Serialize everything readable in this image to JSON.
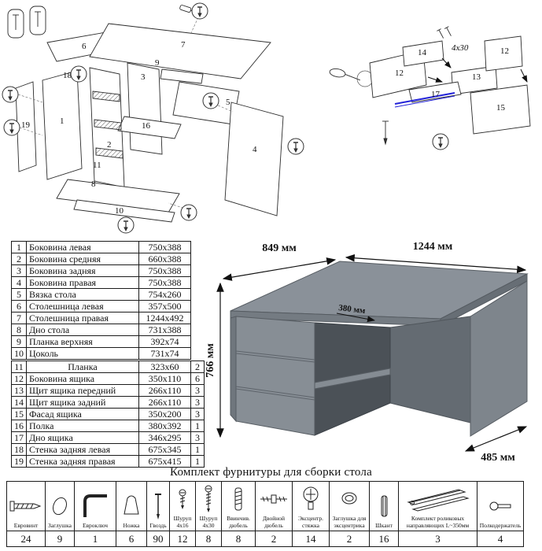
{
  "parts": {
    "rows_a": [
      {
        "num": "1",
        "name": "Боковина левая",
        "size": "750x388"
      },
      {
        "num": "2",
        "name": "Боковина средняя",
        "size": "660x388"
      },
      {
        "num": "3",
        "name": "Боковина задняя",
        "size": "750x388"
      },
      {
        "num": "4",
        "name": "Боковина правая",
        "size": "750x388"
      },
      {
        "num": "5",
        "name": "Вязка стола",
        "size": "754x260"
      },
      {
        "num": "6",
        "name": "Столешница левая",
        "size": "357x500"
      },
      {
        "num": "7",
        "name": "Столешница правая",
        "size": "1244x492"
      },
      {
        "num": "8",
        "name": "Дно стола",
        "size": "731x388"
      },
      {
        "num": "9",
        "name": "Планка верхняя",
        "size": "392x74"
      },
      {
        "num": "10",
        "name": "Цоколь",
        "size": "731x74"
      }
    ],
    "rows_b": [
      {
        "num": "11",
        "name": "Планка",
        "size": "323x60",
        "qty": "2"
      },
      {
        "num": "12",
        "name": "Боковина ящика",
        "size": "350x110",
        "qty": "6"
      },
      {
        "num": "13",
        "name": "Щит ящика передний",
        "size": "266x110",
        "qty": "3"
      },
      {
        "num": "14",
        "name": "Щит ящика задний",
        "size": "266x110",
        "qty": "3"
      },
      {
        "num": "15",
        "name": "Фасад ящика",
        "size": "350x200",
        "qty": "3"
      },
      {
        "num": "16",
        "name": "Полка",
        "size": "380x392",
        "qty": "1"
      },
      {
        "num": "17",
        "name": "Дно ящика",
        "size": "346x295",
        "qty": "3"
      },
      {
        "num": "18",
        "name": "Стенка задняя левая",
        "size": "675x345",
        "qty": "1"
      },
      {
        "num": "19",
        "name": "Стенка задняя правая",
        "size": "675x415",
        "qty": "1"
      }
    ]
  },
  "desk": {
    "d849": "849 мм",
    "d1244": "1244 мм",
    "d766": "766 мм",
    "d380": "380 мм",
    "d485": "485 мм"
  },
  "diagram_main": {
    "labels": [
      "6",
      "7",
      "18",
      "19",
      "1",
      "2",
      "3",
      "16",
      "9",
      "10",
      "5",
      "11",
      "8",
      "4"
    ]
  },
  "diagram_drawer": {
    "labels": [
      "14",
      "12",
      "13",
      "12",
      "17",
      "15"
    ],
    "note": "4x30"
  },
  "hardware": {
    "title": "Комплект фурнитуры для сборки стола",
    "items": [
      {
        "label": "Евровинт",
        "qty": "24"
      },
      {
        "label": "Заглушка",
        "qty": "9"
      },
      {
        "label": "Евроключ",
        "qty": "1"
      },
      {
        "label": "Ножка",
        "qty": "6"
      },
      {
        "label": "Гвоздь",
        "qty": "90"
      },
      {
        "label": "Шуруп 4x16",
        "qty": "12"
      },
      {
        "label": "Шуруп 4x30",
        "qty": "8"
      },
      {
        "label": "Ввинчив. дюбель",
        "qty": "8"
      },
      {
        "label": "Двойной дюбель",
        "qty": "2"
      },
      {
        "label": "Эксцентр. стяжка",
        "qty": "14"
      },
      {
        "label": "Заглушка для эксцентрика",
        "qty": "2"
      },
      {
        "label": "Шкант",
        "qty": "16"
      },
      {
        "label": "Комплект роликовых направляющих L~350мм",
        "qty": "3"
      },
      {
        "label": "Полкодержатель",
        "qty": "4"
      }
    ]
  }
}
